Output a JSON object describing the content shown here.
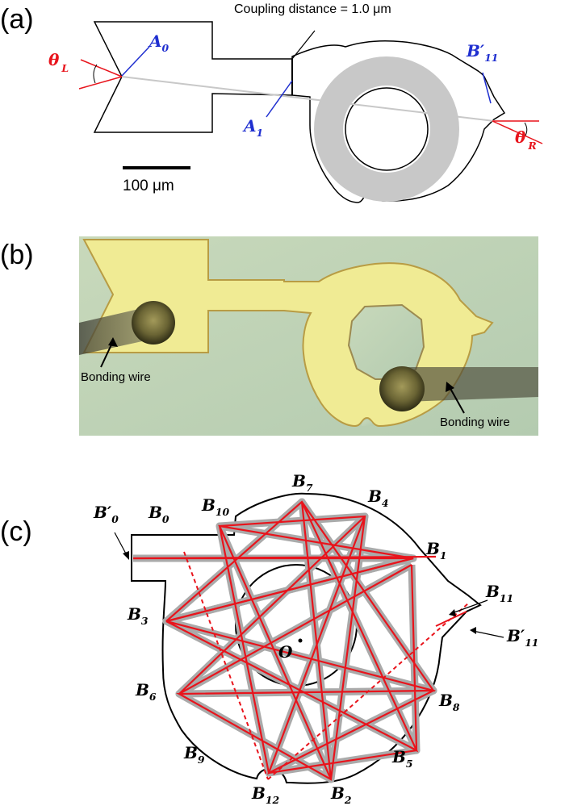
{
  "figure": {
    "panels": [
      {
        "id": "a",
        "label": "(a)"
      },
      {
        "id": "b",
        "label": "(b)"
      },
      {
        "id": "c",
        "label": "(c)"
      }
    ]
  },
  "panel_a": {
    "coupling_text": "Coupling distance = 1.0 μm",
    "scale_text": "100 μm",
    "theta_L": {
      "sym": "θ",
      "sub": "L"
    },
    "theta_R": {
      "sym": "θ",
      "sub": "R"
    },
    "A0": {
      "main": "A",
      "sub": "0"
    },
    "A1": {
      "main": "A",
      "sub": "1"
    },
    "B11p": {
      "main": "B′",
      "sub": "11"
    },
    "colors": {
      "red": "#e8141c",
      "blue": "#1f2fd0",
      "gray": "#c8c8c8"
    }
  },
  "panel_b": {
    "bond_left": "Bonding wire",
    "bond_right": "Bonding wire",
    "colors": {
      "background": "#bcd1b2",
      "device": "#f0eb94",
      "edge": "#b89c44"
    }
  },
  "panel_c": {
    "center": "O",
    "labels": [
      {
        "id": "B0p",
        "main": "B′",
        "sub": "0"
      },
      {
        "id": "B0",
        "main": "B",
        "sub": "0"
      },
      {
        "id": "B10",
        "main": "B",
        "sub": "10"
      },
      {
        "id": "B7",
        "main": "B",
        "sub": "7"
      },
      {
        "id": "B4",
        "main": "B",
        "sub": "4"
      },
      {
        "id": "B1",
        "main": "B",
        "sub": "1"
      },
      {
        "id": "B11",
        "main": "B",
        "sub": "11"
      },
      {
        "id": "B11p",
        "main": "B′",
        "sub": "11"
      },
      {
        "id": "B3",
        "main": "B",
        "sub": "3"
      },
      {
        "id": "B6",
        "main": "B",
        "sub": "6"
      },
      {
        "id": "B8",
        "main": "B",
        "sub": "8"
      },
      {
        "id": "B9",
        "main": "B",
        "sub": "9"
      },
      {
        "id": "B5",
        "main": "B",
        "sub": "5"
      },
      {
        "id": "B12",
        "main": "B",
        "sub": "12"
      },
      {
        "id": "B2",
        "main": "B",
        "sub": "2"
      }
    ],
    "colors": {
      "orbit": "#e8141c",
      "shadow": "#aaaaaa"
    }
  }
}
